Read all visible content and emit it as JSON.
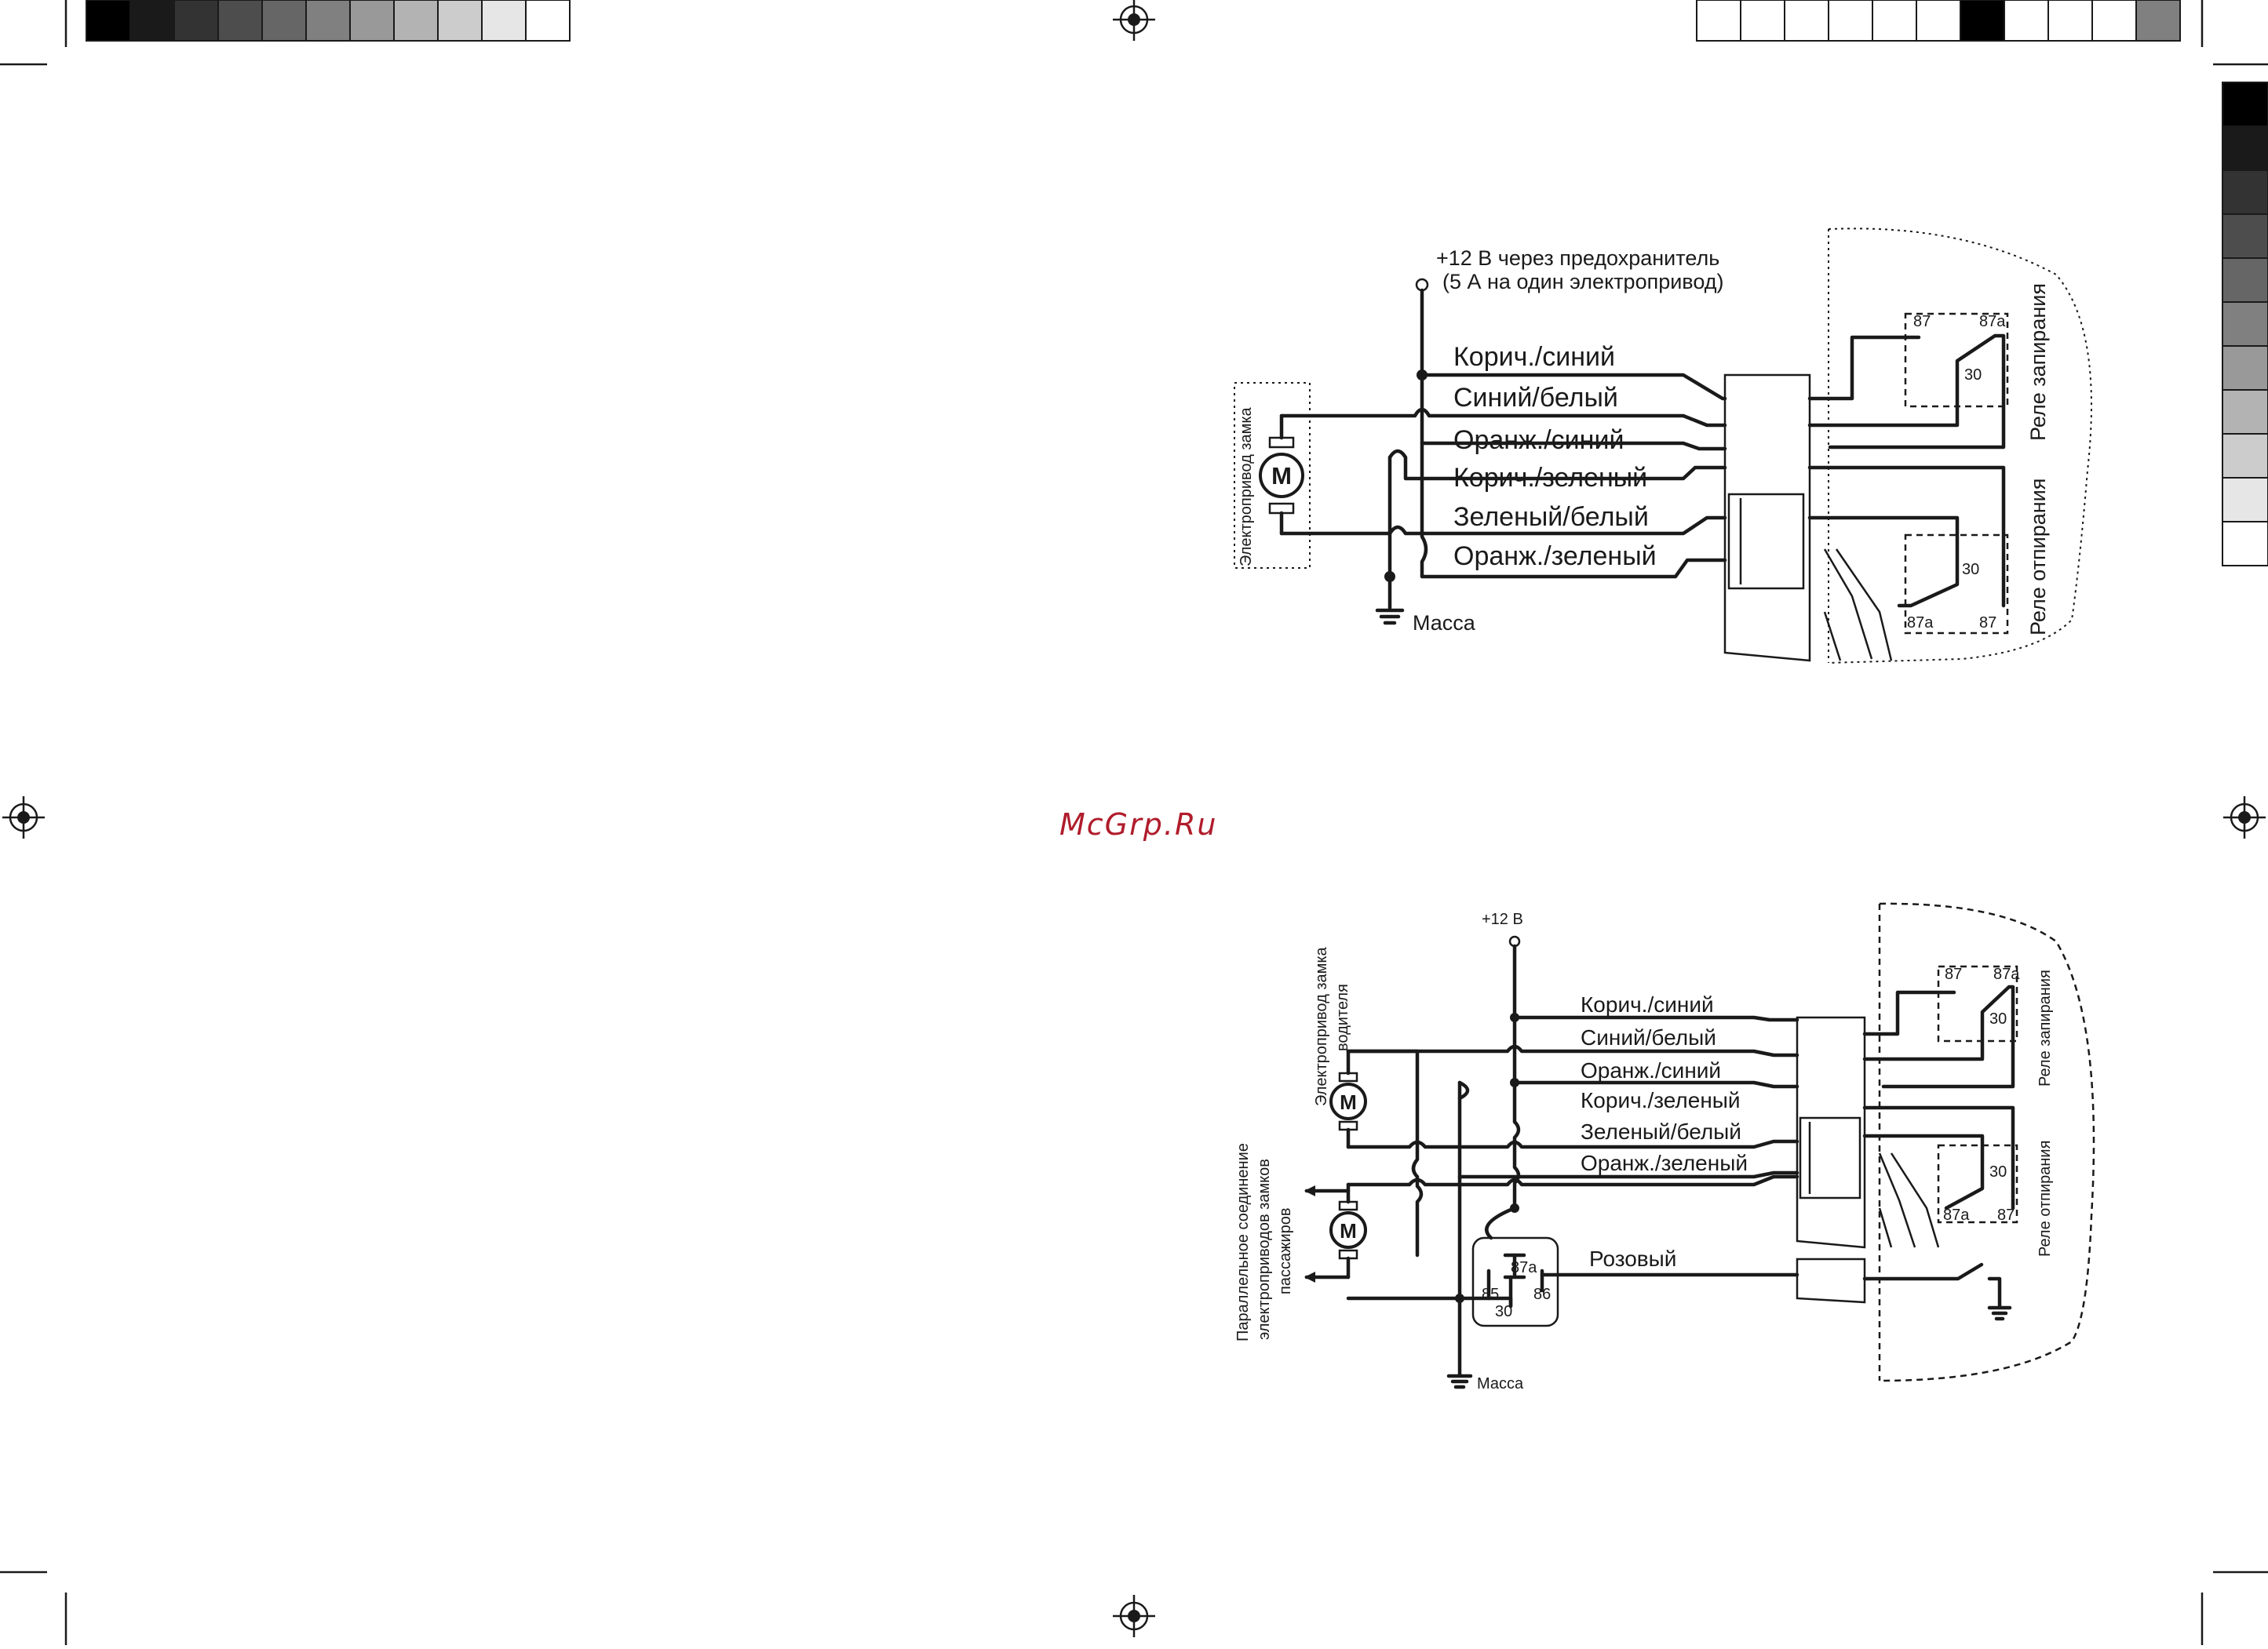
{
  "watermark": "McGrp.Ru",
  "diagram1": {
    "power_label_line1": "+12 В через предохранитель",
    "power_label_line2": "(5 А на один электропривод)",
    "motor_box_label": "Электропривод замка",
    "motor_symbol": "M",
    "ground_label": "Масса",
    "wires": [
      "Корич./синий",
      "Синий/белый",
      "Оранж./синий",
      "Корич./зеленый",
      "Зеленый/белый",
      "Оранж./зеленый"
    ],
    "relay_lock_label": "Реле запирания",
    "relay_unlock_label": "Реле отпирания",
    "relay_lock_pins": [
      "87",
      "87a",
      "30"
    ],
    "relay_unlock_pins": [
      "30",
      "87a",
      "87"
    ]
  },
  "diagram2": {
    "power_label": "+12 В",
    "driver_motor_label_line1": "Электропривод замка",
    "driver_motor_label_line2": "водителя",
    "passenger_label_line1": "Параллельное соединение",
    "passenger_label_line2": "электроприводов замков",
    "passenger_label_line3": "пассажиров",
    "motor_symbol": "M",
    "ground_label": "Масса",
    "wires": [
      "Корич./синий",
      "Синий/белый",
      "Оранж./синий",
      "Корич./зеленый",
      "Зеленый/белый",
      "Оранж./зеленый"
    ],
    "pink_wire": "Розовый",
    "aux_relay_pins": [
      "87a",
      "85",
      "86",
      "30"
    ],
    "relay_lock_label": "Реле запирания",
    "relay_unlock_label": "Реле отпирания",
    "relay_lock_pins": [
      "87",
      "87a",
      "30"
    ],
    "relay_unlock_pins": [
      "30",
      "87a",
      "87"
    ]
  },
  "print_marks": {
    "gray_bar_left": [
      "#000000",
      "#1a1a1a",
      "#333333",
      "#4d4d4d",
      "#666666",
      "#808080",
      "#999999",
      "#b3b3b3",
      "#cccccc",
      "#e6e6e6",
      "#ffffff"
    ],
    "gray_bar_right": [
      "#ffffff",
      "#ffffff",
      "#ffffff",
      "#ffffff",
      "#ffffff",
      "#ffffff",
      "#000000",
      "#ffffff",
      "#ffffff",
      "#ffffff",
      "#808080"
    ],
    "gray_bar_vertical": [
      "#000000",
      "#1a1a1a",
      "#333333",
      "#4d4d4d",
      "#666666",
      "#808080",
      "#999999",
      "#b3b3b3",
      "#cccccc",
      "#e6e6e6",
      "#ffffff"
    ]
  }
}
